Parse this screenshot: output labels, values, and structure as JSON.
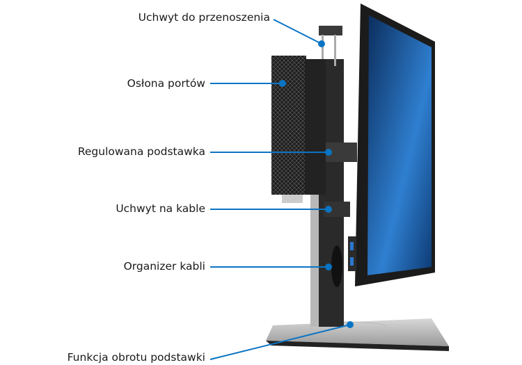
{
  "labels": [
    {
      "id": "carry-handle",
      "text": "Uchwyt do przenoszenia"
    },
    {
      "id": "port-cover",
      "text": "Osłona portów"
    },
    {
      "id": "adjustable-stand",
      "text": "Regulowana podstawka"
    },
    {
      "id": "cable-holder",
      "text": "Uchwyt na kable"
    },
    {
      "id": "cable-organizer",
      "text": "Organizer kabli"
    },
    {
      "id": "swivel-base",
      "text": "Funkcja obrotu podstawki"
    }
  ],
  "colors": {
    "callout": "#0a74c4",
    "text": "#1a1a1a",
    "screen": "#1a4f8f"
  }
}
